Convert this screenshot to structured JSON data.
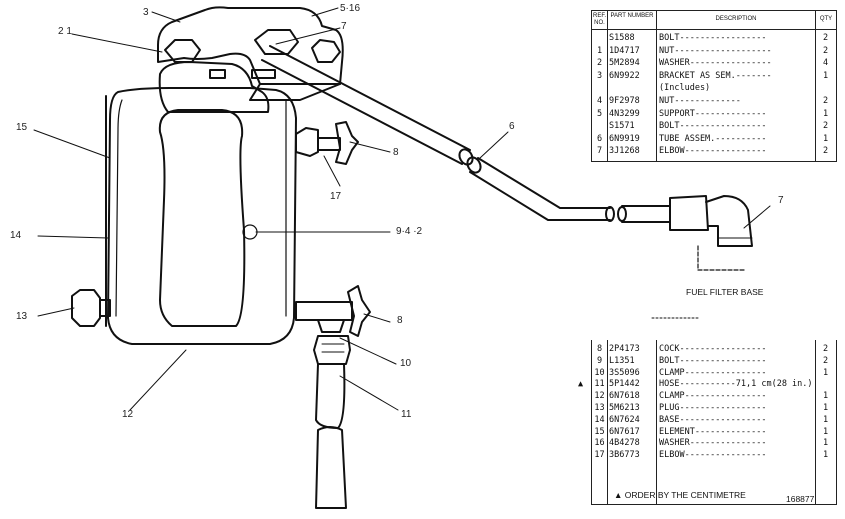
{
  "callouts": {
    "c3": "3",
    "c516": "5·16",
    "c21": "2 1",
    "c7a": "7",
    "c15": "15",
    "c6": "6",
    "c8a": "8",
    "c17": "17",
    "c7b": "7",
    "c942": "9·4 ·2",
    "c14": "14",
    "c13": "13",
    "c8b": "8",
    "c10": "10",
    "c12": "12",
    "c11": "11"
  },
  "fuel_filter_base_label": "FUEL FILTER BASE",
  "table_headers": {
    "ref_no": "REF. NO.",
    "part_number": "PART NUMBER",
    "description": "DESCRIPTION",
    "qty": "QTY"
  },
  "parts_table_top": [
    {
      "ref": "",
      "part": "S1588",
      "desc": "BOLT-----------------",
      "qty": "2"
    },
    {
      "ref": "1",
      "part": "1D4717",
      "desc": "NUT-------------------",
      "qty": "2"
    },
    {
      "ref": "2",
      "part": "5M2894",
      "desc": "WASHER----------------",
      "qty": "4"
    },
    {
      "ref": "3",
      "part": "6N9922",
      "desc": "BRACKET AS SEM.-------",
      "qty": "1"
    },
    {
      "ref": "",
      "part": "",
      "desc": "(Includes)",
      "qty": ""
    },
    {
      "ref": "4",
      "part": "9F2978",
      "desc": "NUT-------------",
      "qty": "2"
    },
    {
      "ref": "5",
      "part": "4N3299",
      "desc": "SUPPORT--------------",
      "qty": "1"
    },
    {
      "ref": "",
      "part": "S1571",
      "desc": "BOLT-----------------",
      "qty": "2"
    },
    {
      "ref": "6",
      "part": "6N9919",
      "desc": "TUBE ASSEM.----------",
      "qty": "1"
    },
    {
      "ref": "7",
      "part": "3J1268",
      "desc": "ELBOW----------------",
      "qty": "2"
    }
  ],
  "parts_table_bottom": [
    {
      "mark": "",
      "ref": "8",
      "part": "2P4173",
      "desc": "COCK-----------------",
      "qty": "2"
    },
    {
      "mark": "",
      "ref": "9",
      "part": "L1351",
      "desc": "BOLT-----------------",
      "qty": "2"
    },
    {
      "mark": "",
      "ref": "10",
      "part": "3S5096",
      "desc": "CLAMP----------------",
      "qty": "1"
    },
    {
      "mark": "▲",
      "ref": "11",
      "part": "5P1442",
      "desc": "HOSE-----------71,1 cm(28 in.)",
      "qty": ""
    },
    {
      "mark": "",
      "ref": "12",
      "part": "6N7618",
      "desc": "CLAMP----------------",
      "qty": "1"
    },
    {
      "mark": "",
      "ref": "13",
      "part": "5M6213",
      "desc": "PLUG-----------------",
      "qty": "1"
    },
    {
      "mark": "",
      "ref": "14",
      "part": "6N7624",
      "desc": "BASE-----------------",
      "qty": "1"
    },
    {
      "mark": "",
      "ref": "15",
      "part": "6N7617",
      "desc": "ELEMENT--------------",
      "qty": "1"
    },
    {
      "mark": "",
      "ref": "16",
      "part": "4B4278",
      "desc": "WASHER---------------",
      "qty": "1"
    },
    {
      "mark": "",
      "ref": "17",
      "part": "3B6773",
      "desc": "ELBOW----------------",
      "qty": "1"
    }
  ],
  "footer_note": "▲ ORDER BY THE CENTIMETRE",
  "drawing_number": "168877"
}
